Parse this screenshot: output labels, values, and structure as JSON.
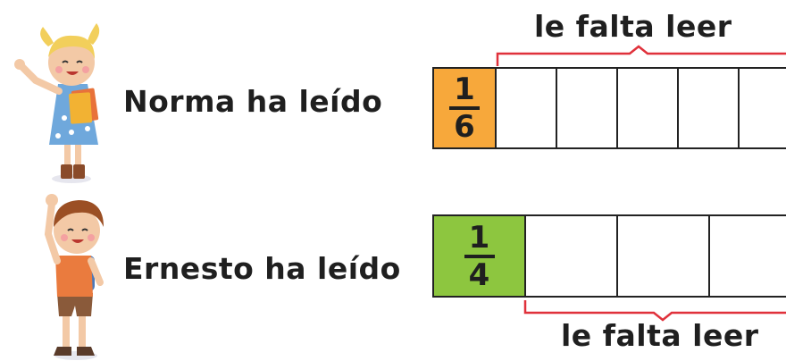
{
  "top": {
    "bracket_label": "le falta leer",
    "name_label": "Norma ha leído",
    "fraction": {
      "numerator": "1",
      "denominator": "6"
    },
    "shaded_color": "#f7a83b",
    "parts": 6
  },
  "bottom": {
    "bracket_label": "le falta leer",
    "name_label": "Ernesto ha leído",
    "fraction": {
      "numerator": "1",
      "denominator": "4"
    },
    "shaded_color": "#8dc63f",
    "parts": 4
  },
  "bracket_color": "#e0313b"
}
